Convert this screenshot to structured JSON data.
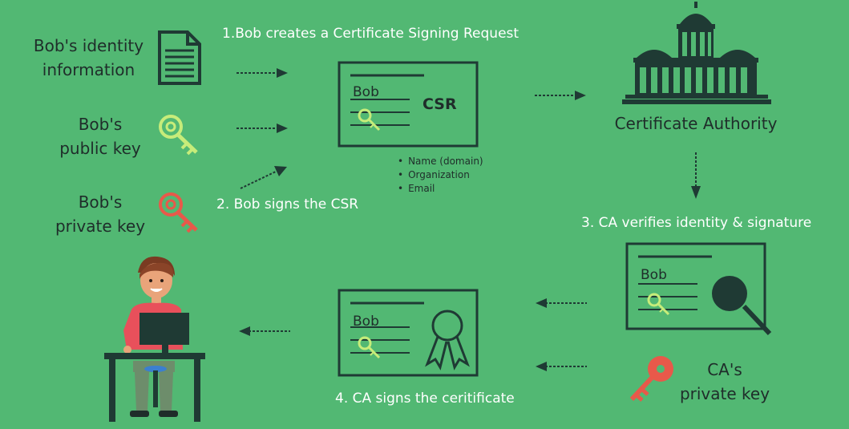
{
  "labels": {
    "bob_identity": "Bob's identity\ninformation",
    "bob_public_key": "Bob's\npublic key",
    "bob_private_key": "Bob's\nprivate key",
    "certificate_authority": "Certificate Authority",
    "ca_private_key": "CA's\nprivate key"
  },
  "steps": {
    "step1": "1.Bob creates a Certificate Signing Request",
    "step2": "2. Bob signs the CSR",
    "step3": "3. CA verifies identity & signature",
    "step4": "4. CA signs the ceritificate"
  },
  "csr_card": {
    "name": "Bob",
    "title": "CSR",
    "fields": [
      "Name (domain)",
      "Organization",
      "Email"
    ]
  },
  "verify_card": {
    "name": "Bob"
  },
  "cert_card": {
    "name": "Bob"
  },
  "colors": {
    "background": "#52b873",
    "dark": "#1f3a34",
    "public_key": "#c7ec7a",
    "private_key": "#e8594a",
    "shirt": "#e8505b"
  }
}
